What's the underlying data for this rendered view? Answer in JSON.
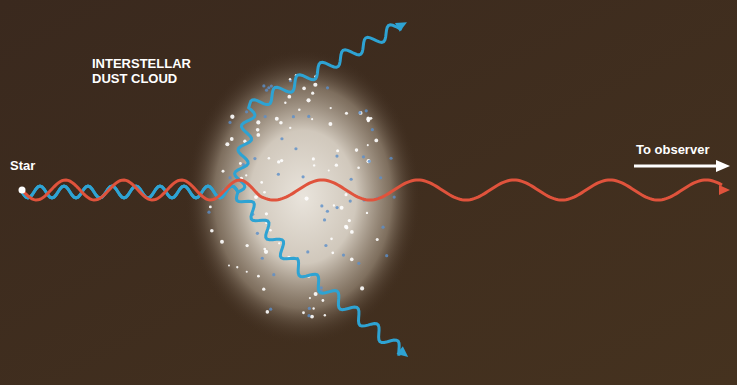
{
  "diagram": {
    "labels": [
      "INTERSTELLAR DUST CLOUD",
      "Star",
      "To observer"
    ]
  }
}
